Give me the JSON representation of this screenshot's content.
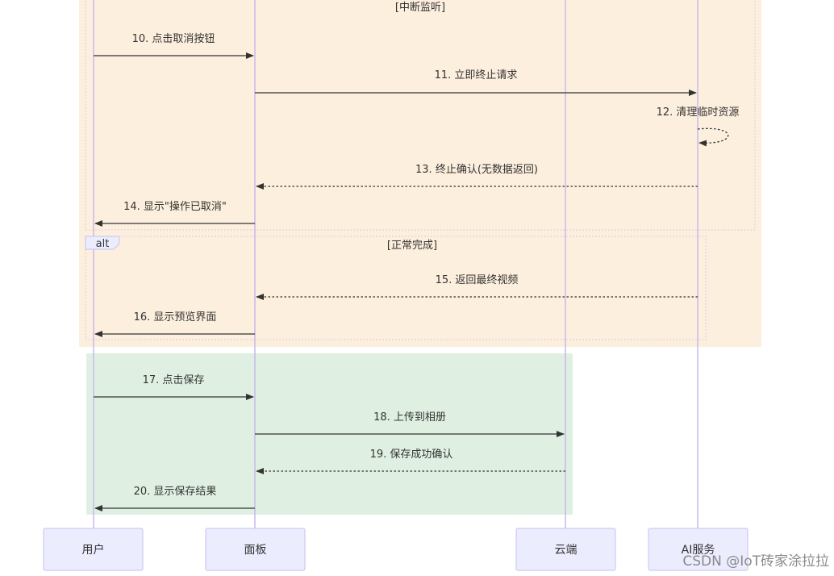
{
  "guards": {
    "interrupt": "[中断监听]",
    "normal": "[正常完成]"
  },
  "alt_label": "alt",
  "messages": [
    {
      "label": "10. 点击取消按钮"
    },
    {
      "label": "11. 立即终止请求"
    },
    {
      "label": "12. 清理临时资源"
    },
    {
      "label": "13. 终止确认(无数据返回)"
    },
    {
      "label": "14. 显示\"操作已取消\""
    },
    {
      "label": "15. 返回最终视频"
    },
    {
      "label": "16. 显示预览界面"
    },
    {
      "label": "17. 点击保存"
    },
    {
      "label": "18. 上传到相册"
    },
    {
      "label": "19. 保存成功确认"
    },
    {
      "label": "20. 显示保存结果"
    }
  ],
  "actors": {
    "user": "用户",
    "panel": "面板",
    "cloud": "云端",
    "ai": "AI服务"
  },
  "watermark": "CSDN @IoT砖家涂拉拉",
  "colors": {
    "alt_region": "#fdefdd",
    "save_region": "#dff0e2",
    "actor_fill": "#ececff",
    "lifeline": "#c9b8ee"
  }
}
